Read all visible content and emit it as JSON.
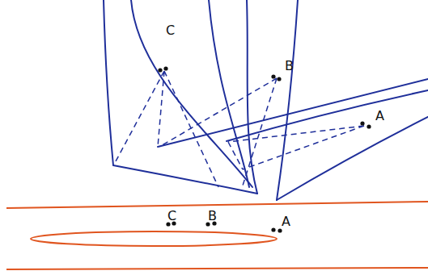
{
  "diagram": {
    "labels": [
      "C",
      "B",
      "A",
      "C",
      "B",
      "A"
    ]
  }
}
